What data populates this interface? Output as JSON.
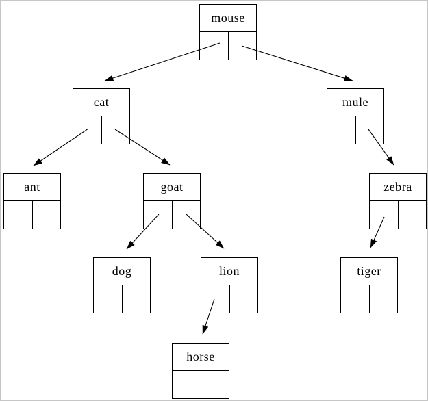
{
  "diagram": {
    "type": "binary-tree",
    "colors": {
      "line": "#000000",
      "node_border": "#000000",
      "background": "#ffffff",
      "outer_border": "#c6c6c6"
    },
    "nodes": [
      {
        "label": "mouse",
        "left_child": "cat",
        "right_child": "mule"
      },
      {
        "label": "cat",
        "left_child": "ant",
        "right_child": "goat"
      },
      {
        "label": "mule",
        "left_child": null,
        "right_child": "zebra"
      },
      {
        "label": "ant",
        "left_child": null,
        "right_child": null
      },
      {
        "label": "goat",
        "left_child": "dog",
        "right_child": "lion"
      },
      {
        "label": "zebra",
        "left_child": "tiger",
        "right_child": null
      },
      {
        "label": "dog",
        "left_child": null,
        "right_child": null
      },
      {
        "label": "lion",
        "left_child": "horse",
        "right_child": null
      },
      {
        "label": "tiger",
        "left_child": null,
        "right_child": null
      },
      {
        "label": "horse",
        "left_child": null,
        "right_child": null
      }
    ],
    "edges": [
      {
        "from": "mouse",
        "pointer": "left",
        "to": "cat"
      },
      {
        "from": "mouse",
        "pointer": "right",
        "to": "mule"
      },
      {
        "from": "cat",
        "pointer": "left",
        "to": "ant"
      },
      {
        "from": "cat",
        "pointer": "right",
        "to": "goat"
      },
      {
        "from": "mule",
        "pointer": "right",
        "to": "zebra"
      },
      {
        "from": "goat",
        "pointer": "left",
        "to": "dog"
      },
      {
        "from": "goat",
        "pointer": "right",
        "to": "lion"
      },
      {
        "from": "zebra",
        "pointer": "left",
        "to": "tiger"
      },
      {
        "from": "lion",
        "pointer": "left",
        "to": "horse"
      }
    ]
  }
}
